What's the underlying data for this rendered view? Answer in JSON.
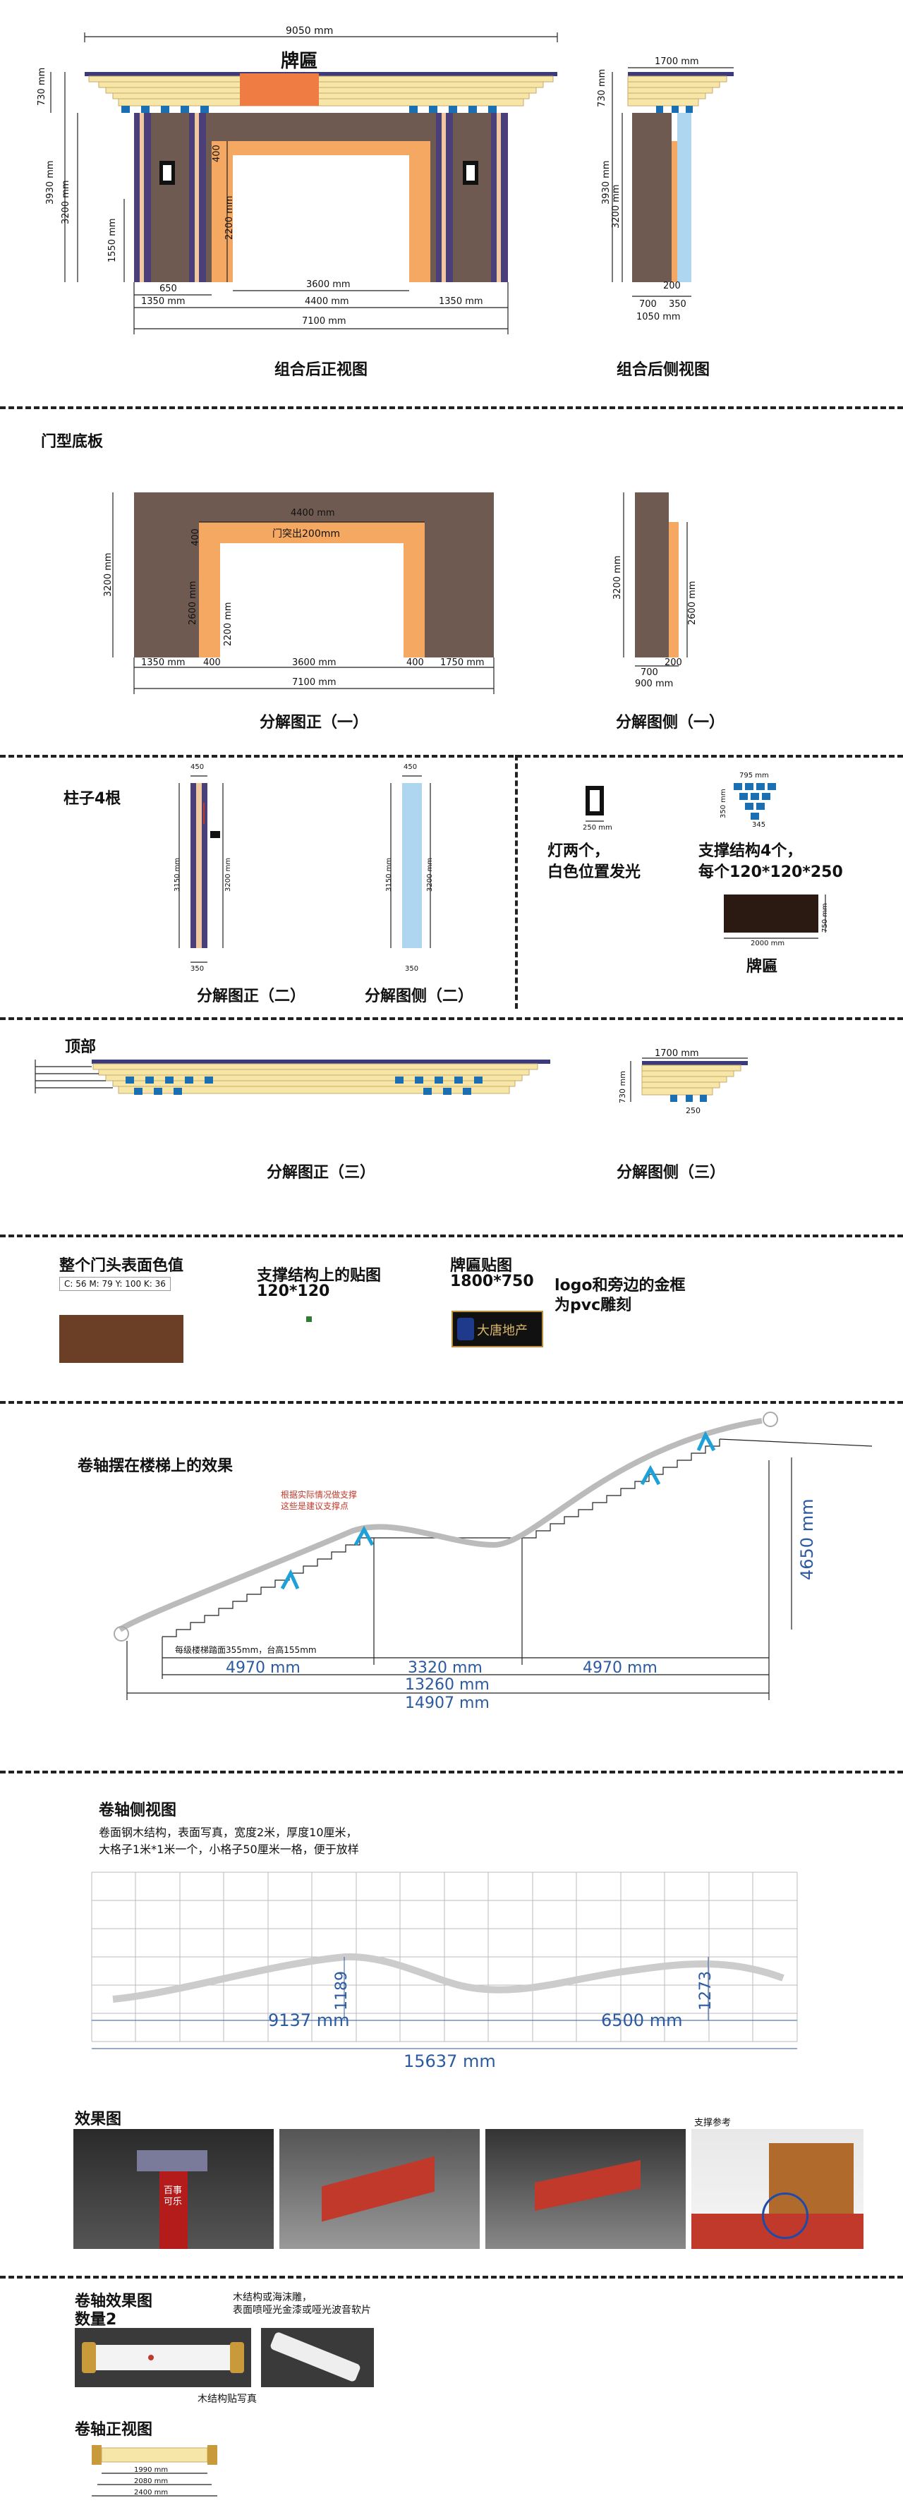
{
  "sec1": {
    "top_dim": "9050 mm",
    "plaque_label": "牌匾",
    "h730": "730 mm",
    "h3930": "3930 mm",
    "h3200": "3200 mm",
    "h1550": "1550 mm",
    "h2200": "2200 mm",
    "h400": "400",
    "w650": "650",
    "w3600": "3600 mm",
    "w1350a": "1350 mm",
    "w4400": "4400 mm",
    "w1350b": "1350 mm",
    "w7100": "7100 mm",
    "caption_front": "组合后正视图",
    "side_top": "1700 mm",
    "side_h730": "730 mm",
    "side_h3930": "3930 mm",
    "side_h3200": "3200 mm",
    "side_200": "200",
    "side_700": "700",
    "side_350": "350",
    "side_1050": "1050 mm",
    "caption_side": "组合后侧视图"
  },
  "sec2": {
    "title": "门型底板",
    "w4400": "4400 mm",
    "door_note": "门突出200mm",
    "h3200": "3200 mm",
    "h2600": "2600 mm",
    "h2200": "2200 mm",
    "h400": "400",
    "w1350": "1350 mm",
    "w400a": "400",
    "w3600": "3600 mm",
    "w400b": "400",
    "w1750": "1750 mm",
    "w7100": "7100 mm",
    "caption_front": "分解图正（一）",
    "side_h3200": "3200 mm",
    "side_h2600": "2600 mm",
    "side_200": "200",
    "side_700": "700",
    "side_900": "900 mm",
    "caption_side": "分解图侧（一）"
  },
  "sec3": {
    "title": "柱子4根",
    "p_w450": "450",
    "p_h3150": "3150 mm",
    "p_h3200": "3200 mm",
    "p_w350": "350",
    "caption_front": "分解图正（二）",
    "ps_w450": "450",
    "ps_h3150": "3150 mm",
    "ps_h3200": "3200 mm",
    "ps_w350": "350",
    "caption_side": "分解图侧（二）",
    "lamp_w": "250 mm",
    "lamp_text1": "灯两个，",
    "lamp_text2": "白色位置发光",
    "sup_w": "795 mm",
    "sup_h": "350 mm",
    "sup_b": "345",
    "sup_text1": "支撑结构4个，",
    "sup_text2": "每个120*120*250",
    "plaque_w": "2000 mm",
    "plaque_h": "750 mm",
    "plaque_label": "牌匾"
  },
  "sec4": {
    "title": "顶部",
    "caption_front": "分解图正（三）",
    "side_top": "1700 mm",
    "side_h": "730 mm",
    "side_b": "250",
    "caption_side": "分解图侧（三）"
  },
  "sec5": {
    "color_title": "整个门头表面色值",
    "cmyk": "C: 56 M: 79 Y: 100 K: 36",
    "color_hex": "#6b3f26",
    "sticker_title": "支撑结构上的贴图",
    "sticker_size": "120*120",
    "plaque_title": "牌匾贴图",
    "plaque_size": "1800*750",
    "plaque_note1": "logo和旁边的金框",
    "plaque_note2": "为pvc雕刻",
    "logo_text": "大唐地产"
  },
  "sec6": {
    "title": "卷轴摆在楼梯上的效果",
    "note1": "根据实际情况做支撑",
    "note2": "这些是建议支撑点",
    "stair_note": "每级楼梯踏面355mm，台高155mm",
    "w4970a": "4970 mm",
    "w3320": "3320 mm",
    "w4970b": "4970 mm",
    "w13260": "13260 mm",
    "w14907": "14907 mm",
    "h4650": "4650 mm"
  },
  "sec7": {
    "title": "卷轴侧视图",
    "desc1": "卷面钢木结构，表面写真，宽度2米，厚度10厘米，",
    "desc2": "大格子1米*1米一个，小格子50厘米一格，便于放样",
    "h1189": "1189",
    "h1273": "1273",
    "w9137": "9137 mm",
    "w6500": "6500 mm",
    "w15637": "15637 mm"
  },
  "sec8": {
    "title": "效果图",
    "support_ref": "支撑参考",
    "banner_text": "百事可乐"
  },
  "sec9": {
    "title1": "卷轴效果图",
    "title2": "数量2",
    "note1": "木结构或海沫雕，",
    "note2": "表面喷哑光金漆或哑光波音软片",
    "note3": "木结构贴写真",
    "front_title": "卷轴正视图",
    "w1990": "1990 mm",
    "w2080": "2080 mm",
    "w2400": "2400 mm"
  }
}
